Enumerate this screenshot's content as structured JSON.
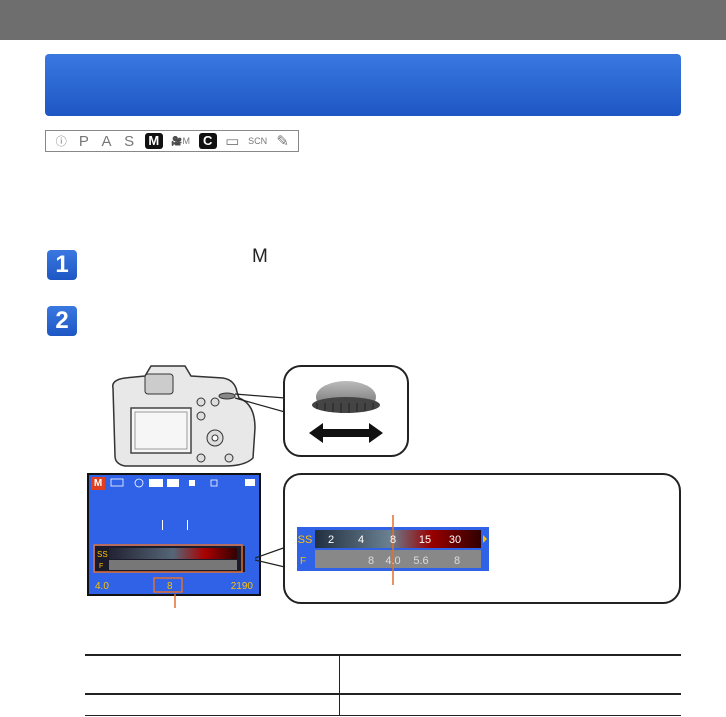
{
  "header": {},
  "mode_strip": {
    "modes": [
      {
        "label": "iA",
        "selected": false
      },
      {
        "label": "P",
        "selected": false
      },
      {
        "label": "A",
        "selected": false
      },
      {
        "label": "S",
        "selected": false
      },
      {
        "label": "M",
        "selected": true
      },
      {
        "label": "M",
        "selected": false
      },
      {
        "label": "C",
        "selected": true
      },
      {
        "label": "▭",
        "selected": false
      },
      {
        "label": "SCN",
        "selected": false
      },
      {
        "label": "✎",
        "selected": false
      }
    ]
  },
  "steps": [
    {
      "number": "1",
      "text": "M"
    },
    {
      "number": "2",
      "text": ""
    }
  ],
  "lcd": {
    "mode": "M",
    "bottom_left": "4.0",
    "bottom_mid": "8",
    "bottom_right": "2190"
  },
  "shutter_scale": {
    "ss_label": "SS",
    "ss_values": [
      "2",
      "4",
      "8",
      "15",
      "30"
    ],
    "f_label": "F",
    "f_values": [
      "8",
      "4.0",
      "5.6",
      "8"
    ]
  },
  "colors": {
    "accent": "#1e57c4",
    "topbar": "#6e6e6e",
    "lcd_bg": "#2f62e6",
    "highlight": "#e07030"
  }
}
